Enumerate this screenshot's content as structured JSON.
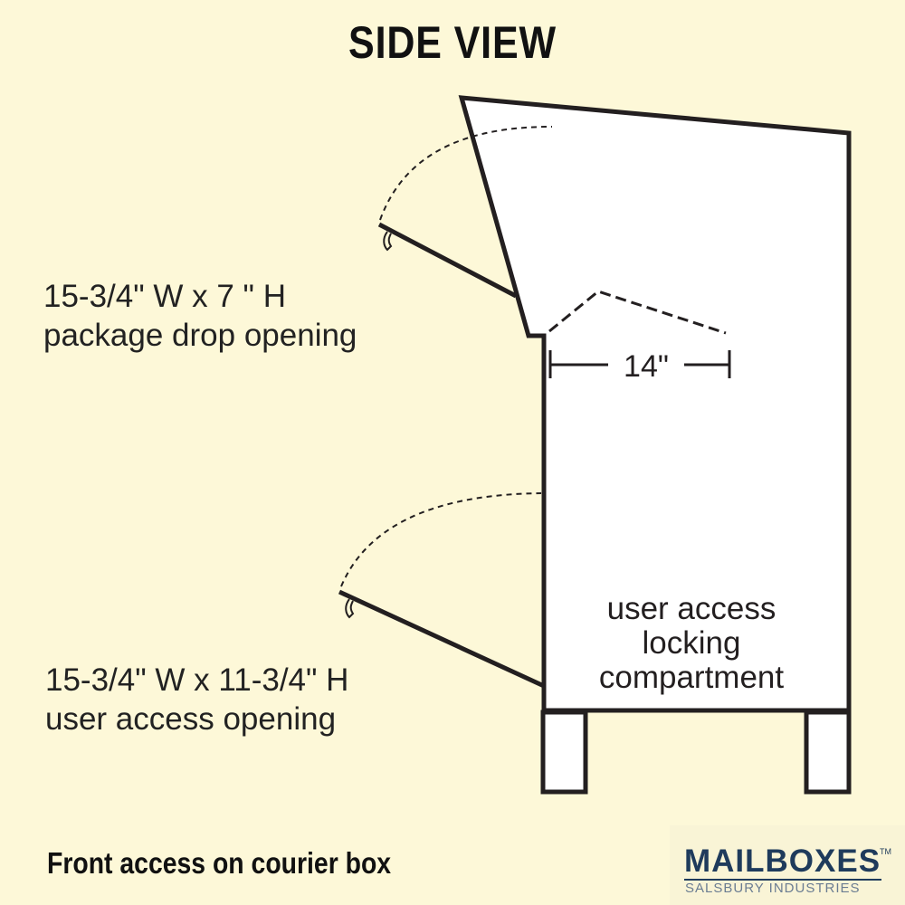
{
  "title": "SIDE VIEW",
  "dimension_label": "14\"",
  "package_opening": {
    "line1": "15-3/4\" W x 7 \" H",
    "line2": "package drop opening"
  },
  "user_opening": {
    "line1": "15-3/4\" W x 11-3/4\" H",
    "line2": "user access opening"
  },
  "compartment": {
    "line1": "user access",
    "line2": "locking",
    "line3": "compartment"
  },
  "footer": "Front access on courier box",
  "logo": {
    "main": "MAILBOXES",
    "tm": "TM",
    "sub": "SALSBURY INDUSTRIES"
  },
  "colors": {
    "background": "#fdf8d8",
    "outline": "#231f20",
    "logo_navy": "#1f3b5c"
  }
}
